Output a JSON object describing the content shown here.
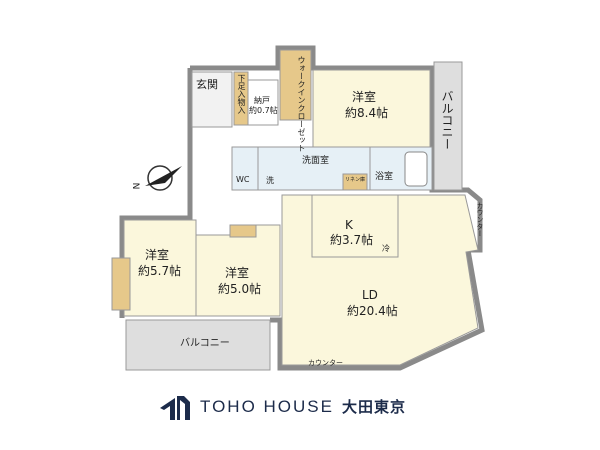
{
  "floorplan": {
    "rooms": {
      "genkan": "玄関",
      "shoe_storage": "下足入物入",
      "storage_name": "納戸",
      "storage_size": "約0.7帖",
      "walkin_closet": "ウォークインクローゼット",
      "western1_name": "洋室",
      "western1_size": "約8.4帖",
      "balcony_right": "バルコニー",
      "wc": "WC",
      "washroom": "洗面室",
      "washer": "洗",
      "linen": "リネン庫",
      "bathroom": "浴室",
      "kitchen_name": "K",
      "kitchen_size": "約3.7帖",
      "fridge": "冷",
      "counter_right": "カウンター",
      "western2_name": "洋室",
      "western2_size": "約5.7帖",
      "western3_name": "洋室",
      "western3_size": "約5.0帖",
      "ld_name": "LD",
      "ld_size": "約20.4帖",
      "balcony_bottom": "バルコニー",
      "counter_bottom": "カウンター"
    },
    "compass": "N"
  },
  "logo": {
    "name": "TOHO HOUSE",
    "branch": "大田東京"
  },
  "colors": {
    "room": "#fbf7dc",
    "closet": "#e6c88a",
    "wet": "#e6f0f6",
    "balcony": "#dedede",
    "wall": "#8a8a8a",
    "brand": "#1c2b4a"
  }
}
